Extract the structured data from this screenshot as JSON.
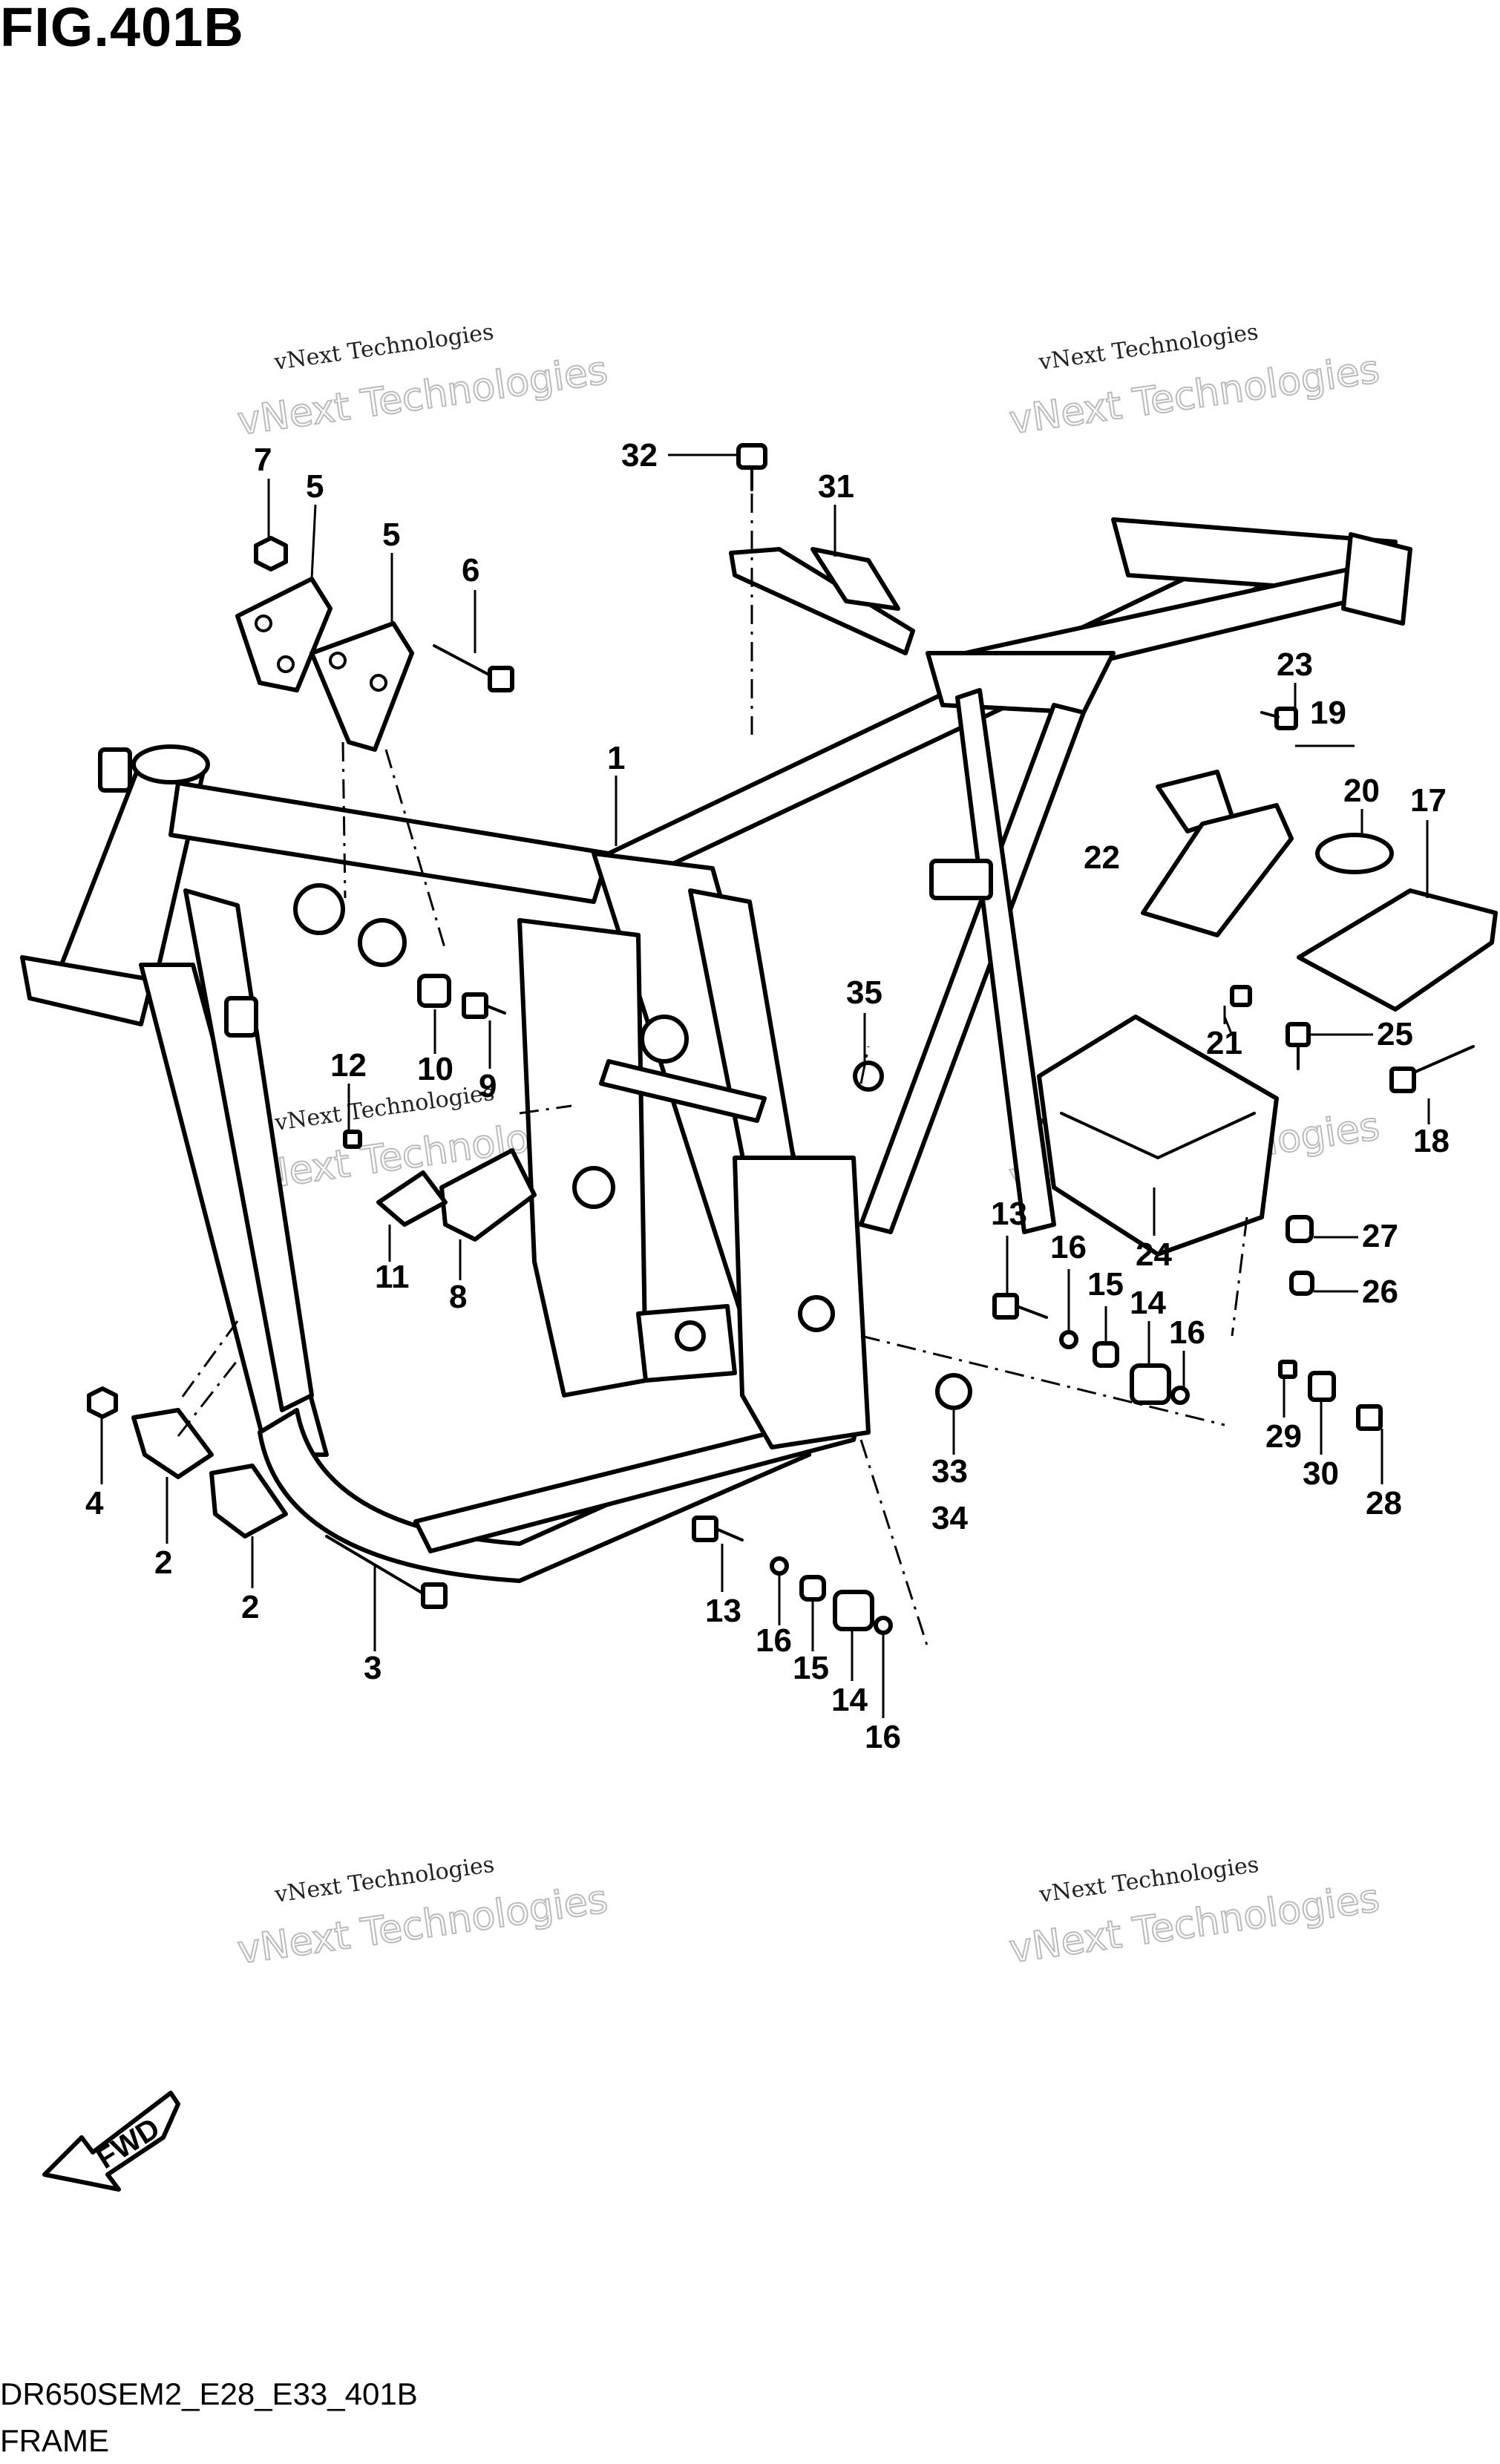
{
  "header": {
    "title": "FIG.401B"
  },
  "footer": {
    "model_code": "DR650SEM2_E28_E33_401B",
    "section_name": "FRAME"
  },
  "watermark": {
    "line1": "vNext Technologies",
    "line2": "vNext Technologies"
  },
  "fwd_label": "FWD",
  "callouts": [
    {
      "id": "c1",
      "text": "1"
    },
    {
      "id": "c2a",
      "text": "2"
    },
    {
      "id": "c2b",
      "text": "2"
    },
    {
      "id": "c3",
      "text": "3"
    },
    {
      "id": "c4",
      "text": "4"
    },
    {
      "id": "c5a",
      "text": "5"
    },
    {
      "id": "c5b",
      "text": "5"
    },
    {
      "id": "c6",
      "text": "6"
    },
    {
      "id": "c7",
      "text": "7"
    },
    {
      "id": "c8",
      "text": "8"
    },
    {
      "id": "c9",
      "text": "9"
    },
    {
      "id": "c10",
      "text": "10"
    },
    {
      "id": "c11",
      "text": "11"
    },
    {
      "id": "c12",
      "text": "12"
    },
    {
      "id": "c13a",
      "text": "13"
    },
    {
      "id": "c13b",
      "text": "13"
    },
    {
      "id": "c14a",
      "text": "14"
    },
    {
      "id": "c14b",
      "text": "14"
    },
    {
      "id": "c15a",
      "text": "15"
    },
    {
      "id": "c15b",
      "text": "15"
    },
    {
      "id": "c16a",
      "text": "16"
    },
    {
      "id": "c16b",
      "text": "16"
    },
    {
      "id": "c16c",
      "text": "16"
    },
    {
      "id": "c16d",
      "text": "16"
    },
    {
      "id": "c17",
      "text": "17"
    },
    {
      "id": "c18",
      "text": "18"
    },
    {
      "id": "c19",
      "text": "19"
    },
    {
      "id": "c20",
      "text": "20"
    },
    {
      "id": "c21",
      "text": "21"
    },
    {
      "id": "c22",
      "text": "22"
    },
    {
      "id": "c23",
      "text": "23"
    },
    {
      "id": "c24",
      "text": "24"
    },
    {
      "id": "c25",
      "text": "25"
    },
    {
      "id": "c26",
      "text": "26"
    },
    {
      "id": "c27",
      "text": "27"
    },
    {
      "id": "c28",
      "text": "28"
    },
    {
      "id": "c29",
      "text": "29"
    },
    {
      "id": "c30",
      "text": "30"
    },
    {
      "id": "c31",
      "text": "31"
    },
    {
      "id": "c32",
      "text": "32"
    },
    {
      "id": "c33",
      "text": "33"
    },
    {
      "id": "c34",
      "text": "34"
    },
    {
      "id": "c35",
      "text": "35"
    }
  ]
}
